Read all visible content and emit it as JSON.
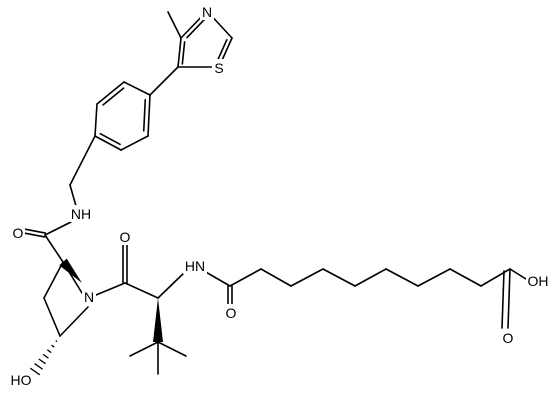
{
  "molecule": {
    "atoms": [
      {
        "id": "N_thz",
        "label": "N"
      },
      {
        "id": "S_thz",
        "label": "S"
      },
      {
        "id": "NH_benzyl",
        "label": "NH"
      },
      {
        "id": "O_pro",
        "label": "O"
      },
      {
        "id": "O_tle",
        "label": "O"
      },
      {
        "id": "N_pro",
        "label": "N"
      },
      {
        "id": "HN_tle",
        "label": "HN"
      },
      {
        "id": "O_amide",
        "label": "O"
      },
      {
        "id": "OH_acid",
        "label": "OH"
      },
      {
        "id": "O_acid",
        "label": "O"
      },
      {
        "id": "HO_pro",
        "label": "HO"
      }
    ]
  }
}
